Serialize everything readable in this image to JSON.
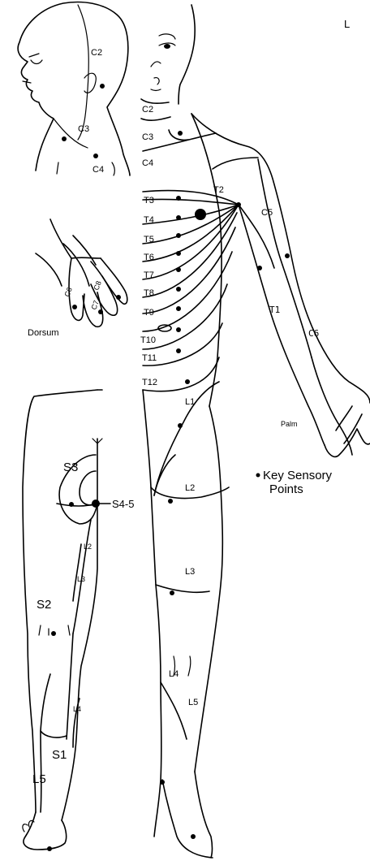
{
  "corner_letter": "L",
  "legend": {
    "line1": "Key Sensory",
    "line2": "Points"
  },
  "captions": {
    "dorsum": "Dorsum",
    "palm": "Palm"
  },
  "dermatomes": {
    "head_c2": "C2",
    "head_c3": "C3",
    "head_c4": "C4",
    "body_c2": "C2",
    "body_c3": "C3",
    "body_c4": "C4",
    "t2": "T2",
    "t3": "T3",
    "t4": "T4",
    "t5": "T5",
    "t6": "T6",
    "t7": "T7",
    "t8": "T8",
    "t9": "T9",
    "t10": "T10",
    "t11": "T11",
    "t12": "T12",
    "c5": "C5",
    "t1": "T1",
    "c6": "C6",
    "l1": "L1",
    "l2": "L2",
    "l3": "L3",
    "l4": "L4",
    "l5": "L5",
    "hand_c6": "C6",
    "hand_c7": "C7",
    "hand_c8": "C8",
    "back_s3": "S3",
    "back_s45": "S4-5",
    "back_s2": "S2",
    "back_l2": "L2",
    "back_l3": "L3",
    "back_l4": "L4",
    "back_l5": "L5",
    "back_s1": "S1"
  }
}
